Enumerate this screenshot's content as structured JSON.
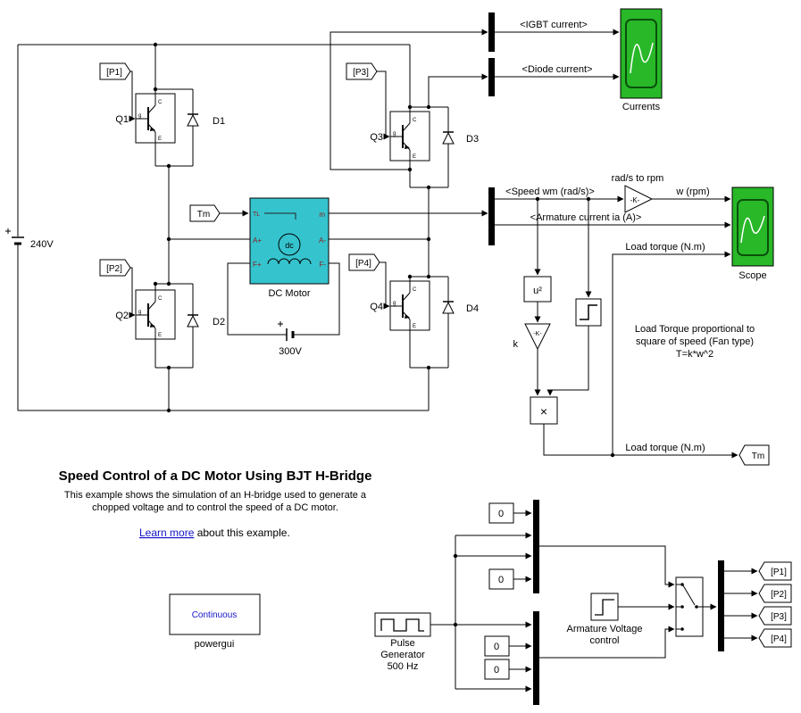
{
  "texts": {
    "title": "Speed Control of a DC Motor Using BJT H-Bridge",
    "desc1": "This example shows the simulation of an H-bridge used to generate a",
    "desc2": "chopped voltage and to control the speed of a DC motor.",
    "learn_more": "Learn more",
    "learn_more_suffix": " about this example.",
    "note1": "Load Torque proportional to",
    "note2": "square of speed (Fan type)",
    "note3": "T=k*w^2"
  },
  "signals": {
    "igbt_current": "<IGBT current>",
    "diode_current": "<Diode current>",
    "speed_wm": "<Speed wm (rad/s)>",
    "armature_current": "<Armature current ia (A)>",
    "rad_s_to_rpm": "rad/s to rpm",
    "w_rpm": "w (rpm)",
    "load_torque_scope": "Load torque (N.m)",
    "load_torque_tm": "Load torque (N.m)"
  },
  "blocks": {
    "q1": "Q1",
    "q2": "Q2",
    "q3": "Q3",
    "q4": "Q4",
    "d1": "D1",
    "d2": "D2",
    "d3": "D3",
    "d4": "D4",
    "v240": "240V",
    "v300": "300V",
    "dc_motor": "DC Motor",
    "currents_scope": "Currents",
    "scope": "Scope",
    "gain_text": "-K-",
    "k_gain_text": "-K-",
    "k_label": "k",
    "u2_text": "u²",
    "multiply_text": "×",
    "powergui_mode": "Continuous",
    "powergui_label": "powergui",
    "pulse_line1": "Pulse",
    "pulse_line2": "Generator",
    "pulse_line3": "500 Hz",
    "av_line1": "Armature Voltage",
    "av_line2": "control",
    "const1": "0",
    "const2": "0",
    "const3": "0",
    "const4": "0"
  },
  "tags": {
    "p1": "[P1]",
    "p2": "[P2]",
    "p3": "[P3]",
    "p4": "[P4]",
    "tm_from": "Tm",
    "tm_goto": "Tm",
    "p1_goto": "[P1]",
    "p2_goto": "[P2]",
    "p3_goto": "[P3]",
    "p4_goto": "[P4]"
  },
  "motor_ports": {
    "tl": "TL",
    "m": "m",
    "a_plus": "A+",
    "a_minus": "A-",
    "f_plus": "F+",
    "f_minus": "F-",
    "dc": "dc"
  },
  "transistor_ports": {
    "g": "g",
    "c": "C",
    "e": "E"
  },
  "colors": {
    "motor_fill": "#35c4ce",
    "scope_green": "#28b828",
    "scope_screen_border": "#0a500a",
    "link_blue": "#1414c8",
    "port_label_red": "#8b1a1a"
  }
}
